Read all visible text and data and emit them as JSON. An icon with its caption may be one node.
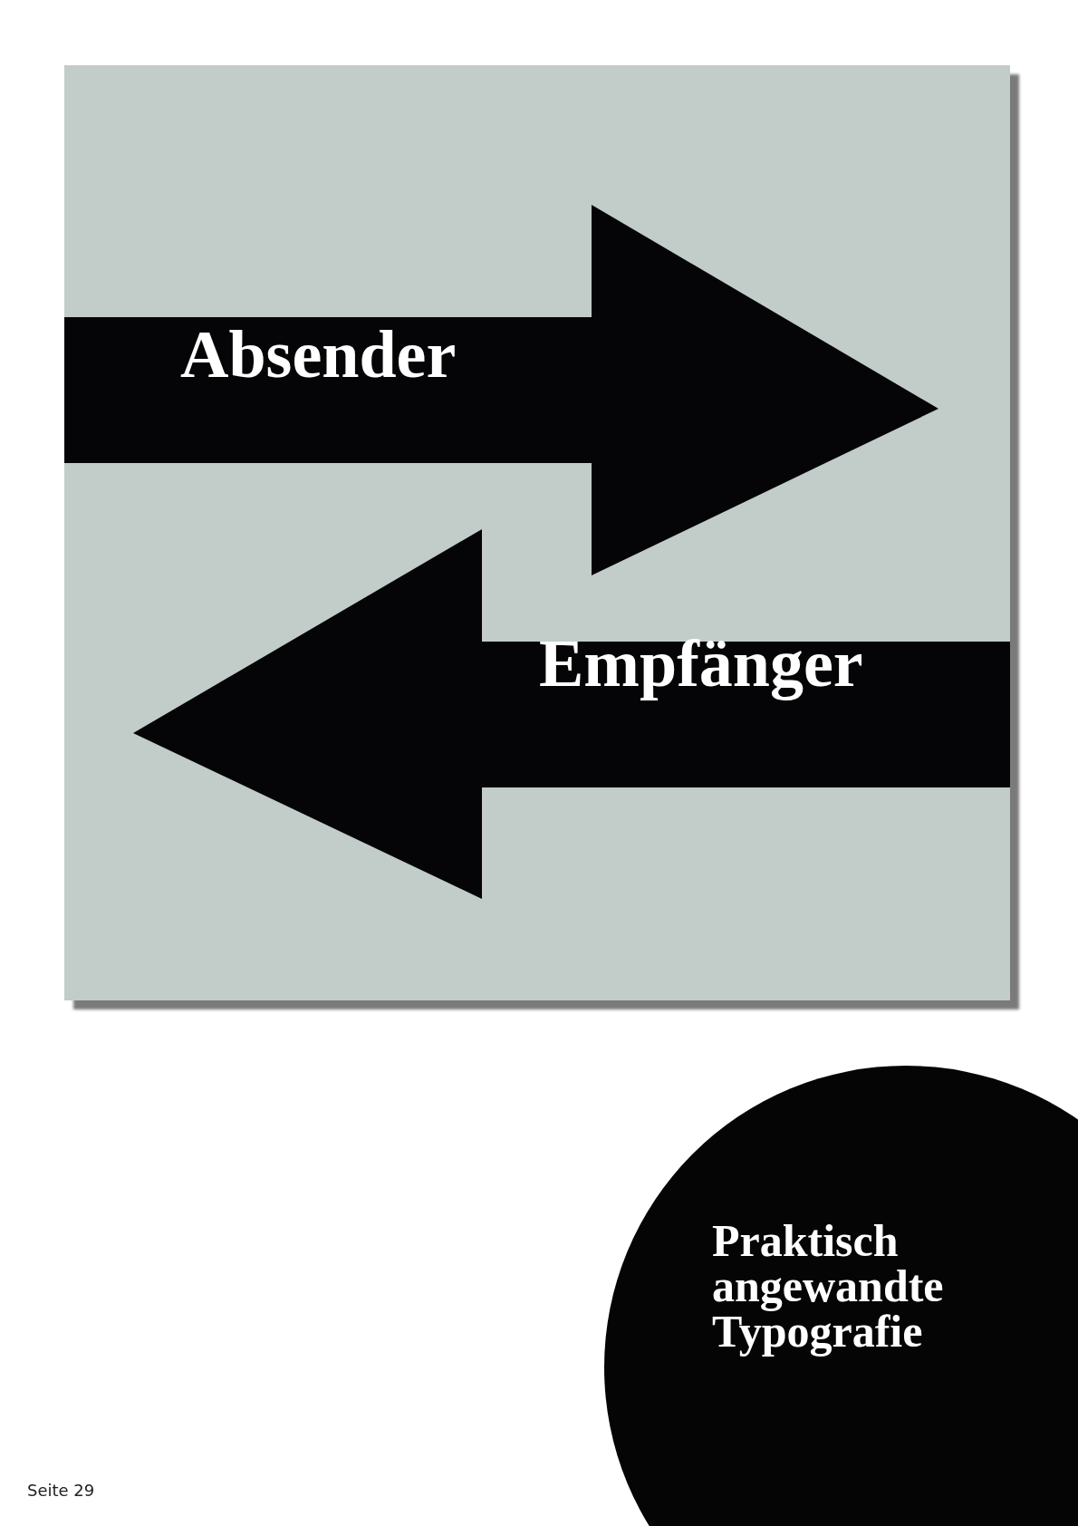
{
  "diagram": {
    "nodes": [
      {
        "text": [
          "Absender"
        ]
      },
      {
        "text": [
          "Empfänger"
        ]
      },
      {
        "text": [
          "Praktisch angewandte Typografie"
        ]
      }
    ],
    "labels": [
      "Seite 29"
    ]
  }
}
